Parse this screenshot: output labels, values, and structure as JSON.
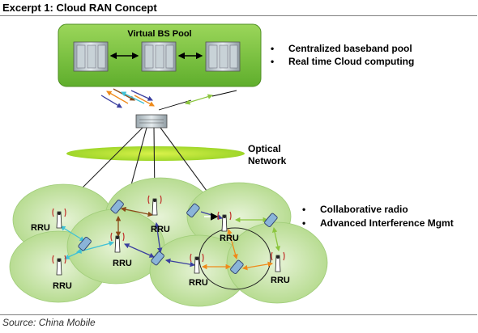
{
  "header": {
    "title": "Excerpt 1: Cloud RAN Concept"
  },
  "pool": {
    "title": "Virtual BS Pool",
    "bullets": [
      "Centralized baseband pool",
      "Real time Cloud computing"
    ]
  },
  "network": {
    "label_line1": "Optical",
    "label_line2": "Network"
  },
  "radio": {
    "bullets": [
      "Collaborative radio",
      "Advanced Interference Mgmt"
    ]
  },
  "rru_label": "RRU",
  "footer": {
    "source": "Source: China Mobile"
  },
  "colors": {
    "pool_fill": "#7dc63f",
    "cell_fill": "#cfe8b4",
    "arrow_blue": "#3a3f9f",
    "arrow_orange": "#ef8a1a",
    "arrow_brown": "#8a4a18",
    "arrow_cyan": "#3fc1d6",
    "arrow_green": "#8cc63f"
  }
}
